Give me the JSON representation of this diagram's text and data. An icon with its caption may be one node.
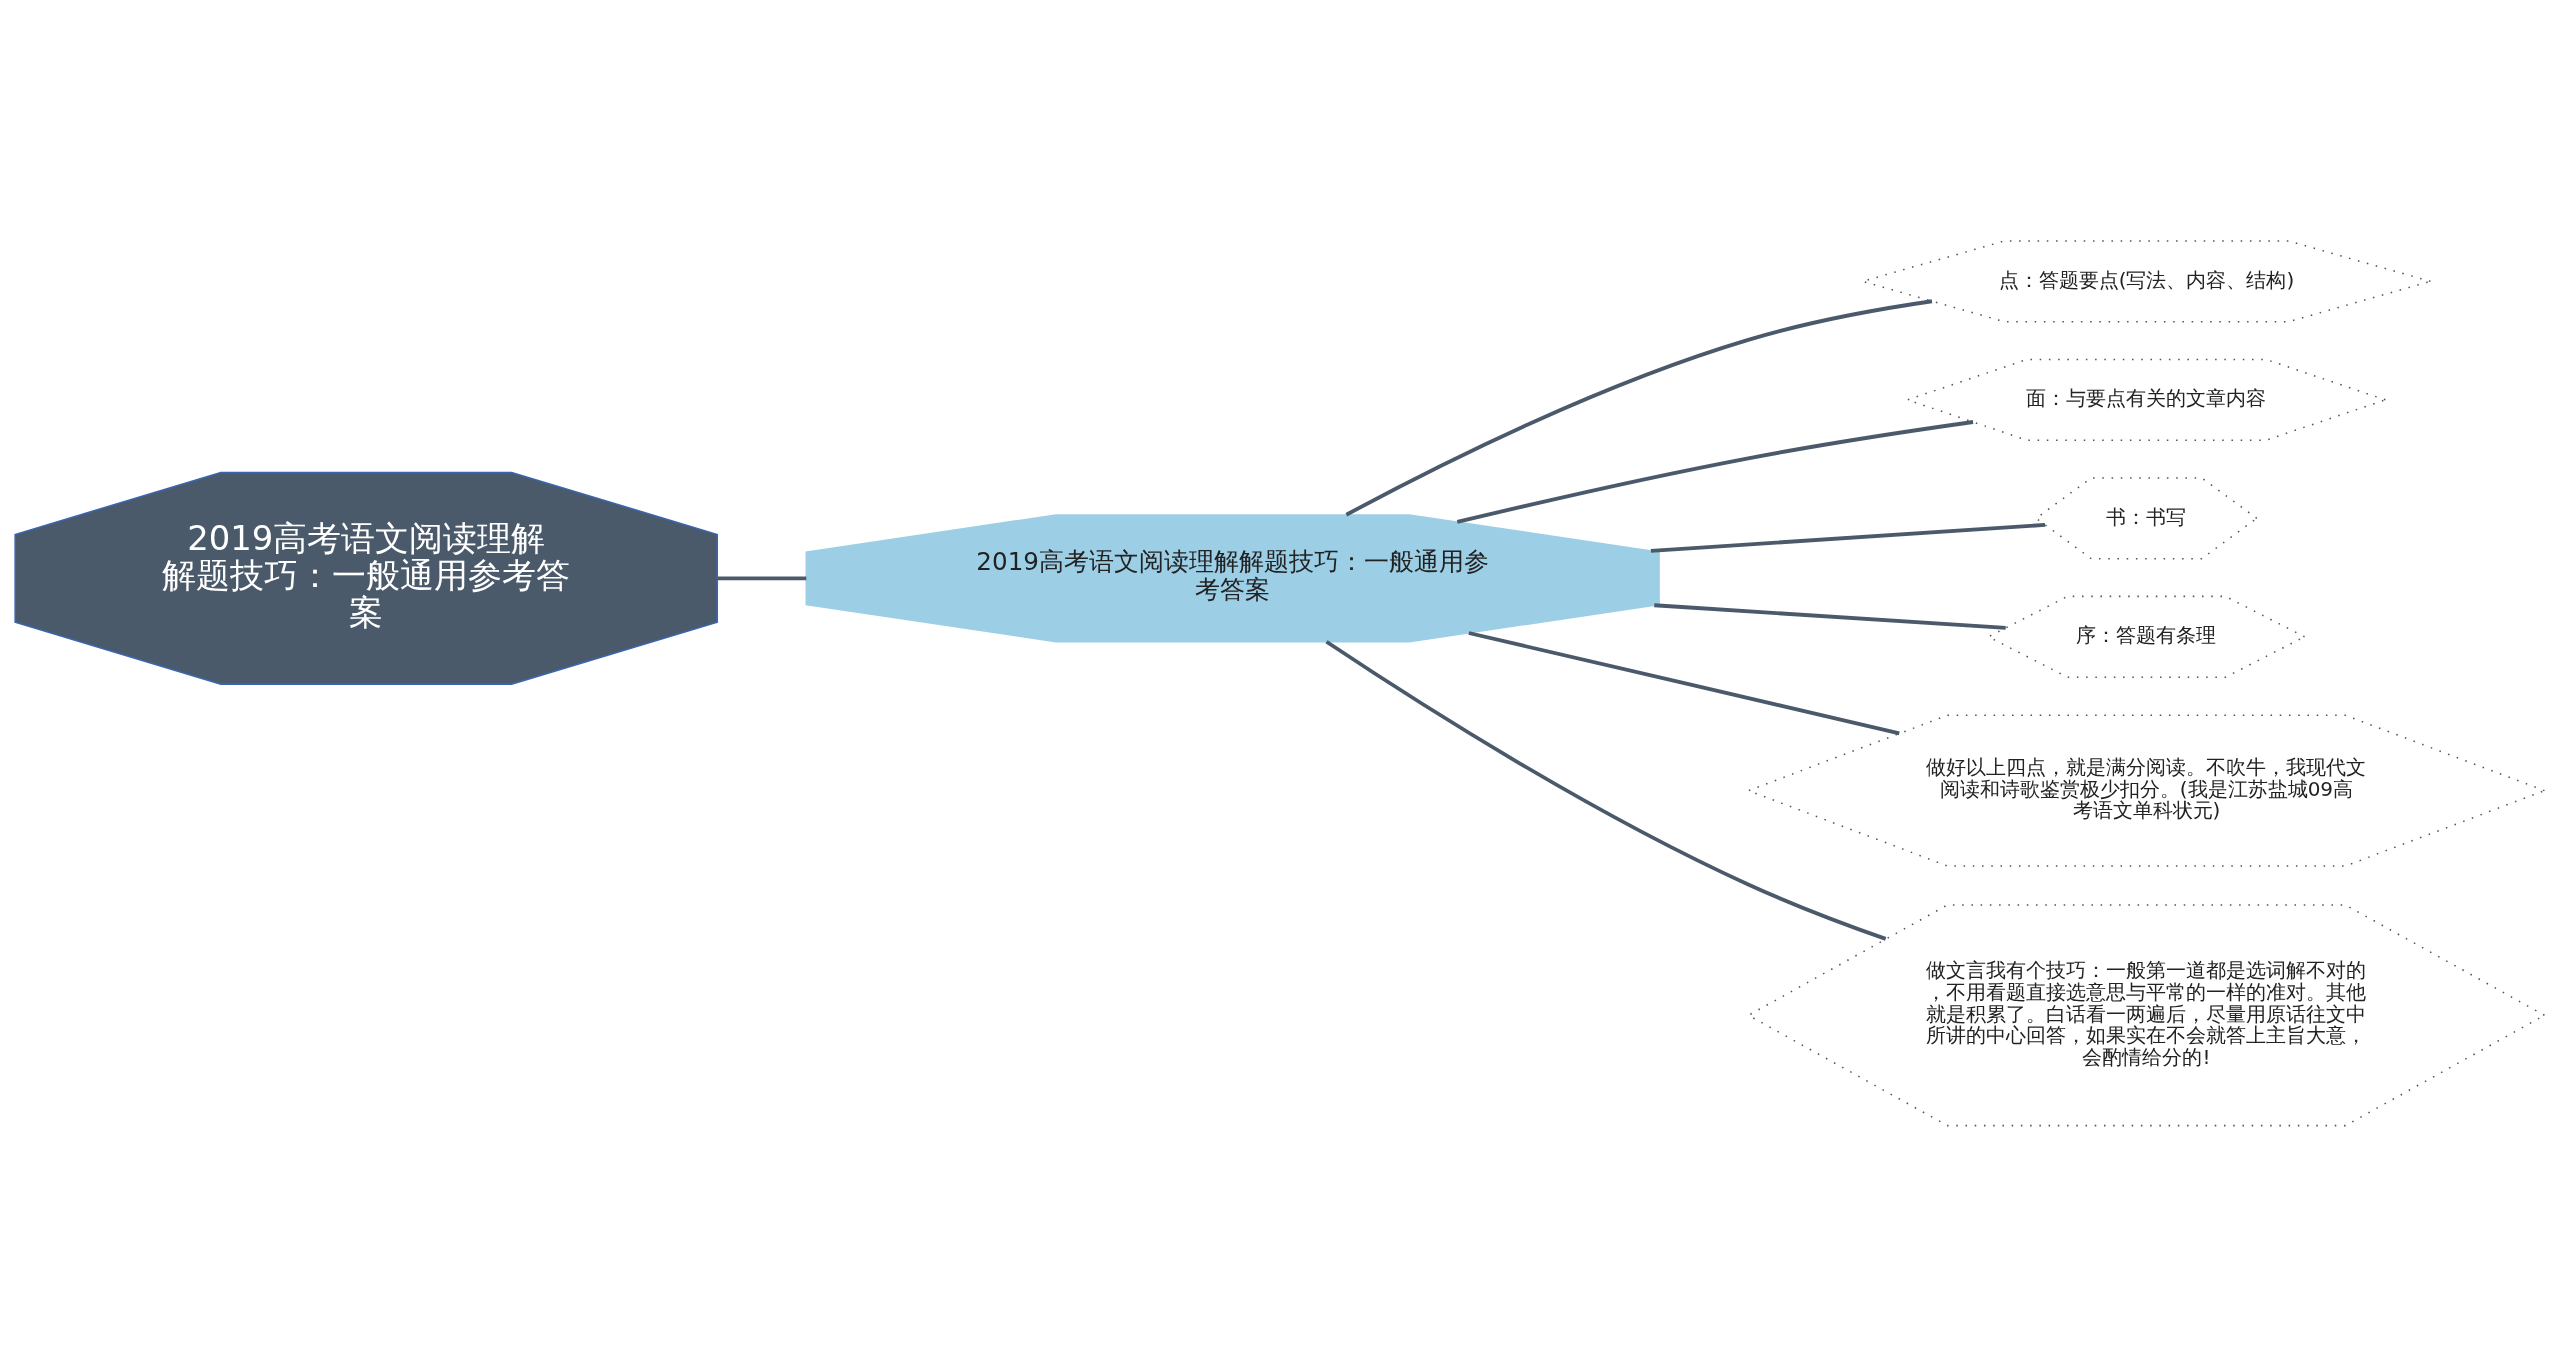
{
  "diagram": {
    "nodes": [
      {
        "text": [
          "2019高考语文阅读理解解题技巧：一般通用参考答案"
        ]
      },
      {
        "text": [
          "2019高考语文阅读理解解题技巧：一般通用参考答案"
        ]
      },
      {
        "text": [
          "点：答题要点(写法、内容、结构)"
        ]
      },
      {
        "text": [
          "面：与要点有关的文章内容"
        ]
      },
      {
        "text": [
          "书：书写"
        ]
      },
      {
        "text": [
          "序：答题有条理"
        ]
      },
      {
        "text": [
          "做好以上四点，就是满分阅读。不吹牛，我现代文阅读和诗歌鉴赏极少扣分。(我是江苏盐城09高考语文单科状元)"
        ]
      },
      {
        "text": [
          "做文言我有个技巧：一般第一道都是选词解不对的，不用看题直接选意思与平常的一样的准对。其他就是积累了。白话看一两遍后，尽量用原话往文中所讲的中心回答，如果实在不会就答上主旨大意，会酌情给分的!"
        ]
      }
    ],
    "edges": [
      {
        "from": 0,
        "to": 1,
        "arrow": "none"
      },
      {
        "from": 1,
        "to": 2,
        "arrow": "none"
      },
      {
        "from": 1,
        "to": 3,
        "arrow": "none"
      },
      {
        "from": 1,
        "to": 4,
        "arrow": "none"
      },
      {
        "from": 1,
        "to": 5,
        "arrow": "none"
      },
      {
        "from": 1,
        "to": 6,
        "arrow": "none"
      },
      {
        "from": 1,
        "to": 7,
        "arrow": "none"
      }
    ]
  }
}
